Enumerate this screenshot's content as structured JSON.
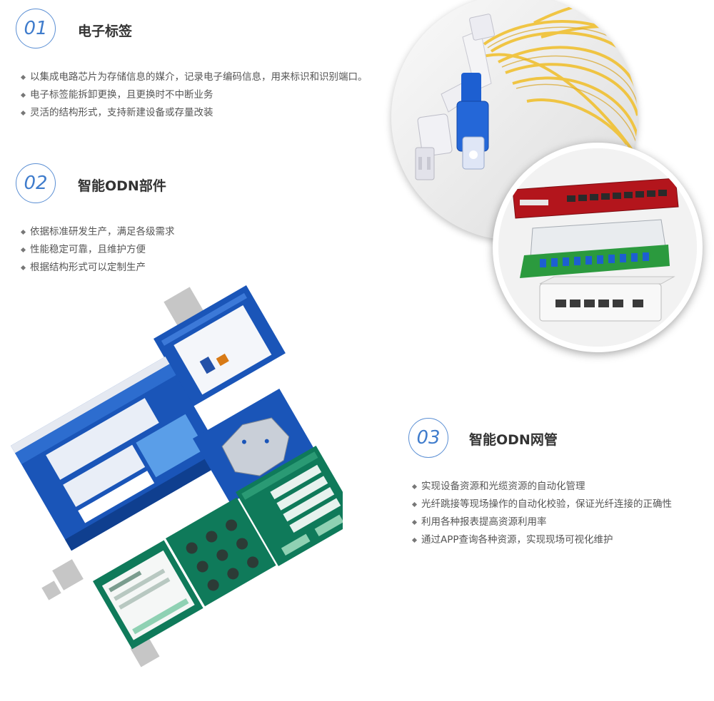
{
  "sections": [
    {
      "number": "01",
      "title": "电子标签",
      "bullets": [
        "以集成电路芯片为存储信息的媒介，记录电子编码信息，用来标识和识别端口。",
        "电子标签能拆卸更换，且更换时不中断业务",
        "灵活的结构形式，支持新建设备或存量改装"
      ]
    },
    {
      "number": "02",
      "title": "智能ODN部件",
      "bullets": [
        "依据标准研发生产，满足各级需求",
        "性能稳定可靠，且维护方便",
        "根据结构形式可以定制生产"
      ]
    },
    {
      "number": "03",
      "title": "智能ODN网管",
      "bullets": [
        "实现设备资源和光缆资源的自动化管理",
        "光纤跳接等现场操作的自动化校验，保证光纤连接的正确性",
        "利用各种报表提高资源利用率",
        "通过APP查询各种资源，实现现场可视化维护"
      ]
    }
  ],
  "colors": {
    "accent_blue": "#3f7ccc",
    "screen_blue": "#1a55b8",
    "screen_green": "#0f7a5a",
    "fiber_yellow": "#f2c53d",
    "connector_blue": "#1d5fd1",
    "device_red": "#b3151c"
  }
}
